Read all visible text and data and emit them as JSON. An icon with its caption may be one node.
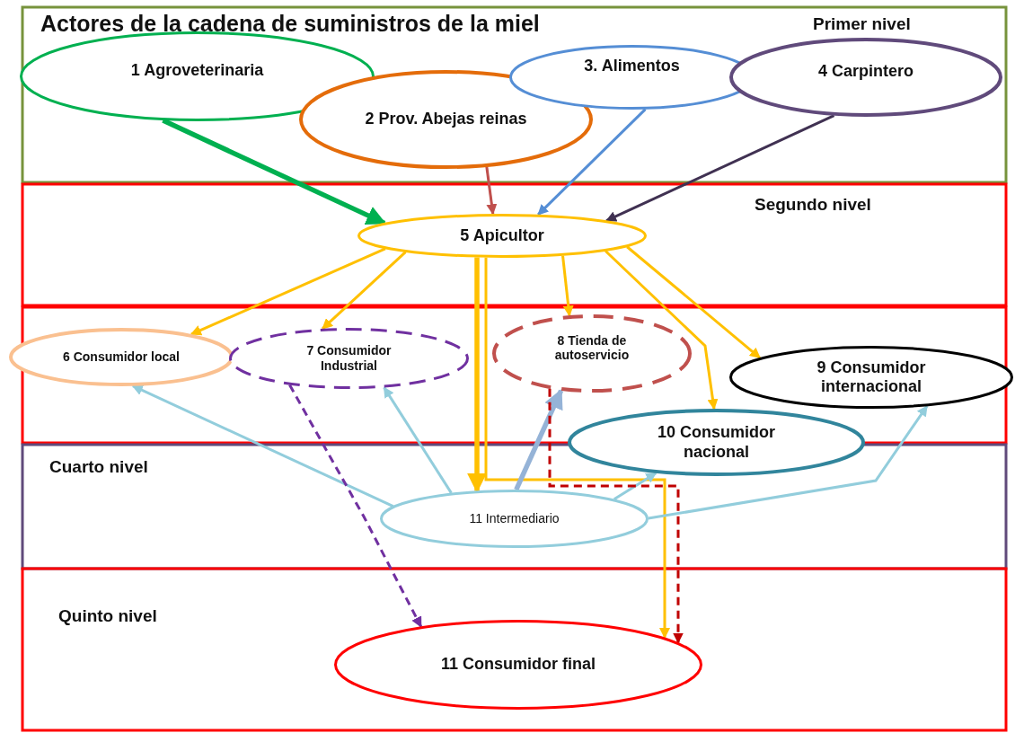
{
  "diagram": {
    "title": "Actores de la cadena de suministros de la miel",
    "nodes": [
      {
        "text": [
          "Primer nivel"
        ]
      },
      {
        "text": [
          "1 Agroveterinaria"
        ],
        "in": 0
      },
      {
        "text": [
          "2 Prov. Abejas reinas"
        ],
        "in": 0
      },
      {
        "text": [
          "3. Alimentos"
        ],
        "in": 0
      },
      {
        "text": [
          "4 Carpintero"
        ],
        "in": 0
      },
      {
        "text": [
          "Segundo nivel"
        ]
      },
      {
        "text": [
          "5 Apicultor"
        ],
        "in": 5
      },
      {
        "text": [],
        "shape": "box"
      },
      {
        "text": [
          "6 Consumidor local"
        ],
        "in": 7
      },
      {
        "text": [
          "7 Consumidor Industrial"
        ],
        "in": 7
      },
      {
        "text": [
          "8 Tienda de autoservicio"
        ],
        "in": 7
      },
      {
        "text": [
          "9 Consumidor internacional"
        ],
        "in": 7
      },
      {
        "text": [
          "10 Consumidor nacional"
        ]
      },
      {
        "text": [
          "Cuarto nivel"
        ]
      },
      {
        "text": [
          "11 Intermediario"
        ],
        "in": 13
      },
      {
        "text": [
          "Quinto nivel"
        ]
      },
      {
        "text": [
          "11 Consumidor final"
        ],
        "in": 15
      }
    ],
    "edges": [
      {
        "from": 1,
        "to": 6,
        "arrow": "to",
        "style": "thick",
        "color": "#00b050"
      },
      {
        "from": 2,
        "to": 6,
        "arrow": "to",
        "color": "#c0504d"
      },
      {
        "from": 3,
        "to": 6,
        "arrow": "to",
        "color": "#558ed5"
      },
      {
        "from": 4,
        "to": 6,
        "arrow": "to",
        "color": "#403152"
      },
      {
        "from": 6,
        "to": 8,
        "arrow": "to"
      },
      {
        "from": 6,
        "to": 9,
        "arrow": "to"
      },
      {
        "from": 6,
        "to": 10,
        "arrow": "to"
      },
      {
        "from": 6,
        "to": 11,
        "arrow": "to"
      },
      {
        "from": 6,
        "to": 12,
        "arrow": "to"
      },
      {
        "from": 6,
        "to": 14,
        "arrow": "to",
        "style": "thick"
      },
      {
        "from": 6,
        "to": 16,
        "arrow": "to"
      },
      {
        "from": 14,
        "to": 8,
        "arrow": "to",
        "color": "#92cddc"
      },
      {
        "from": 14,
        "to": 9,
        "arrow": "to",
        "color": "#92cddc"
      },
      {
        "from": 14,
        "to": 10,
        "arrow": "to",
        "style": "thick",
        "color": "#95b3d7"
      },
      {
        "from": 14,
        "to": 12,
        "arrow": "to",
        "color": "#92cddc"
      },
      {
        "from": 14,
        "to": 11,
        "arrow": "to",
        "color": "#92cddc"
      },
      {
        "from": 9,
        "to": 16,
        "arrow": "to",
        "style": "dashed",
        "color": "#7030a0"
      },
      {
        "from": 10,
        "to": 16,
        "arrow": "to",
        "style": "dashed",
        "color": "#c00000"
      }
    ]
  }
}
